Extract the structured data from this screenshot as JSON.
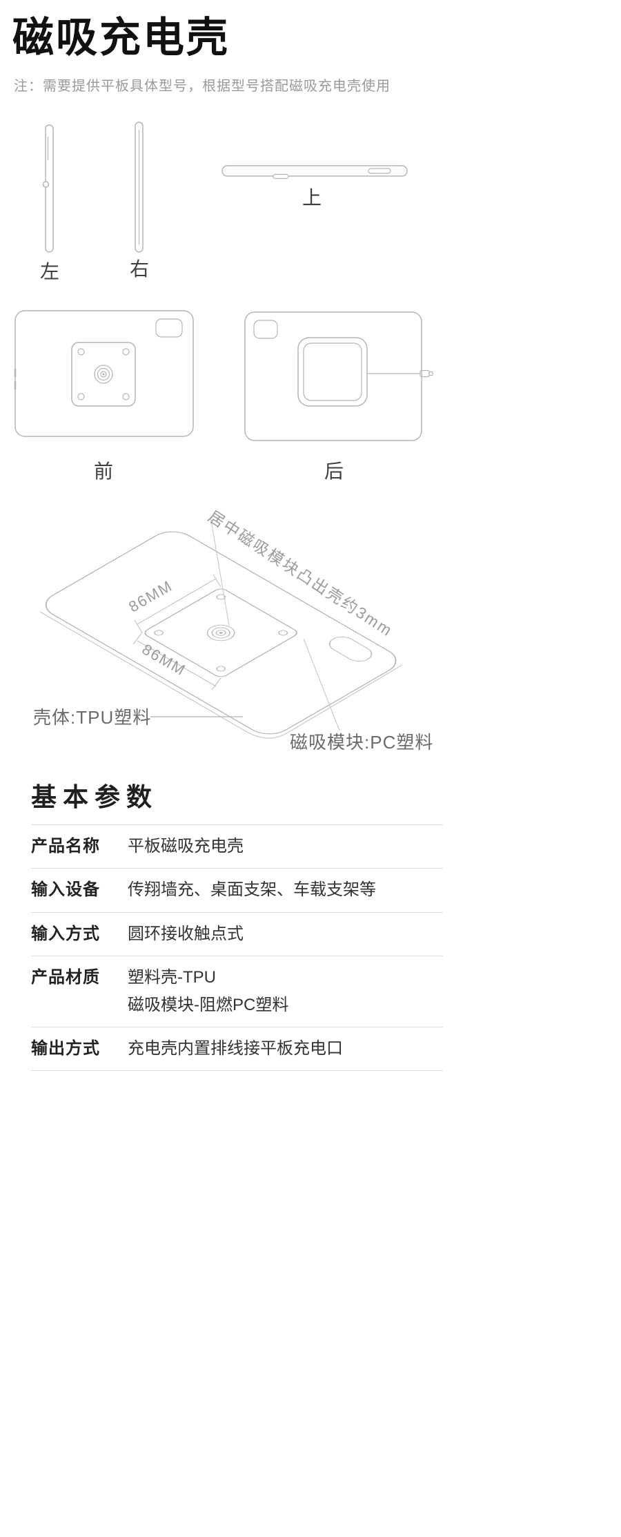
{
  "colors": {
    "page_background": "#ffffff",
    "title_text": "#111111",
    "note_text": "#9a9a9a",
    "drawing_line": "#b5b5b5",
    "annotation_text": "#9a9a9a",
    "material_label_text": "#6b6b6b",
    "table_border": "#dcdcdc",
    "spec_text": "#222222"
  },
  "header": {
    "title": "磁吸充电壳",
    "note_prefix": "注：",
    "note_text": "需要提供平板具体型号，根据型号搭配磁吸充电壳使用"
  },
  "views": {
    "left": "左",
    "right": "右",
    "top": "上",
    "front": "前",
    "back": "后"
  },
  "iso": {
    "dim_side_a": "86MM",
    "dim_side_b": "86MM",
    "protrusion_note": "居中磁吸模块凸出壳约3mm",
    "shell_material": "壳体:TPU塑料",
    "module_material": "磁吸模块:PC塑料"
  },
  "specs": {
    "heading": "基本参数",
    "rows": [
      {
        "label": "产品名称",
        "value": "平板磁吸充电壳"
      },
      {
        "label": "输入设备",
        "value": "传翔墙充、桌面支架、车载支架等"
      },
      {
        "label": "输入方式",
        "value": "圆环接收触点式"
      },
      {
        "label": "产品材质",
        "value": "塑料壳-TPU",
        "value2": "磁吸模块-阻燃PC塑料"
      },
      {
        "label": "输出方式",
        "value": "充电壳内置排线接平板充电口"
      }
    ]
  }
}
